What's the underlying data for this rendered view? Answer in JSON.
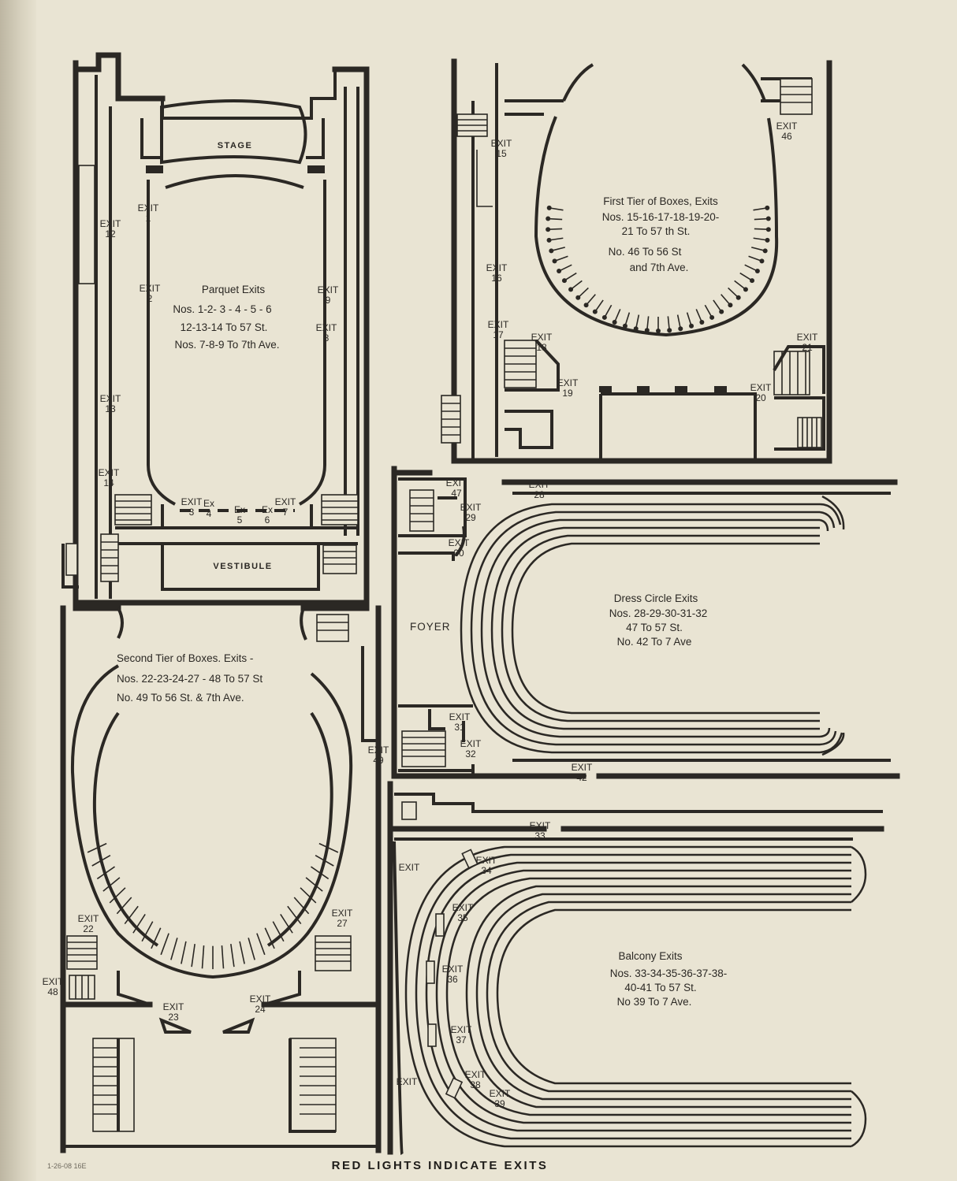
{
  "rooms": {
    "stage": "STAGE",
    "vestibule": "VESTIBULE",
    "foyer": "FOYER"
  },
  "panels": {
    "parquet": [
      "Parquet Exits",
      "Nos. 1-2- 3 - 4 - 5 - 6",
      "12-13-14 To 57 St.",
      "Nos. 7-8-9  To 7th Ave."
    ],
    "first_tier": [
      "First Tier of Boxes, Exits",
      "Nos. 15-16-17-18-19-20-",
      "21 To 57 th St.",
      "No.  46 To 56 St",
      "and 7th Ave."
    ],
    "second_tier": [
      "Second Tier of Boxes.  Exits -",
      "Nos. 22-23-24-27 - 48 To 57 St",
      "No.   49 To 56 St. & 7th Ave."
    ],
    "dress_circle": [
      "Dress Circle Exits",
      "Nos. 28-29-30-31-32",
      "47 To 57 St.",
      "No. 42 To 7 Ave"
    ],
    "balcony": [
      "Balcony Exits",
      "Nos. 33-34-35-36-37-38-",
      "40-41 To 57 St.",
      "No 39 To 7 Ave."
    ]
  },
  "exits": [
    {
      "id": "e1",
      "word": "EXIT",
      "num": "1"
    },
    {
      "id": "e2",
      "word": "EXIT",
      "num": "2"
    },
    {
      "id": "e3",
      "word": "EXIT",
      "num": "3"
    },
    {
      "id": "e4",
      "word": "Ex",
      "num": "4"
    },
    {
      "id": "e5",
      "word": "Ex",
      "num": "5"
    },
    {
      "id": "e6",
      "word": "Ex",
      "num": "6"
    },
    {
      "id": "e7",
      "word": "EXIT",
      "num": "7"
    },
    {
      "id": "e8",
      "word": "EXIT",
      "num": "8"
    },
    {
      "id": "e9",
      "word": "EXIT",
      "num": "9"
    },
    {
      "id": "e12",
      "word": "EXIT",
      "num": "12"
    },
    {
      "id": "e13",
      "word": "EXIT",
      "num": "13"
    },
    {
      "id": "e14",
      "word": "EXIT",
      "num": "14"
    },
    {
      "id": "e15",
      "word": "EXIT",
      "num": "15"
    },
    {
      "id": "e16",
      "word": "EXIT",
      "num": "16"
    },
    {
      "id": "e17",
      "word": "EXIT",
      "num": "17"
    },
    {
      "id": "e18",
      "word": "EXIT",
      "num": "18"
    },
    {
      "id": "e19",
      "word": "EXIT",
      "num": "19"
    },
    {
      "id": "e20",
      "word": "EXIT",
      "num": "20"
    },
    {
      "id": "e21",
      "word": "EXIT",
      "num": "21"
    },
    {
      "id": "e46",
      "word": "EXIT",
      "num": "46"
    },
    {
      "id": "e22",
      "word": "EXIT",
      "num": "22"
    },
    {
      "id": "e23",
      "word": "EXIT",
      "num": "23"
    },
    {
      "id": "e24",
      "word": "EXIT",
      "num": "24"
    },
    {
      "id": "e27",
      "word": "EXIT",
      "num": "27"
    },
    {
      "id": "e48",
      "word": "EXIT",
      "num": "48"
    },
    {
      "id": "e49",
      "word": "EXIT",
      "num": "49"
    },
    {
      "id": "e47",
      "word": "EXIT",
      "num": "47"
    },
    {
      "id": "e28",
      "word": "EXIT",
      "num": "28"
    },
    {
      "id": "e29",
      "word": "EXIT",
      "num": "29"
    },
    {
      "id": "e30",
      "word": "EXIT",
      "num": "30"
    },
    {
      "id": "e31",
      "word": "EXIT",
      "num": "31"
    },
    {
      "id": "e32",
      "word": "EXIT",
      "num": "32"
    },
    {
      "id": "e42",
      "word": "EXIT",
      "num": "42"
    },
    {
      "id": "e33",
      "word": "EXIT",
      "num": "33"
    },
    {
      "id": "e34",
      "word": "EXIT",
      "num": "34"
    },
    {
      "id": "e35",
      "word": "EXIT",
      "num": "35"
    },
    {
      "id": "e36",
      "word": "EXIT",
      "num": "36"
    },
    {
      "id": "e37",
      "word": "EXIT",
      "num": "37"
    },
    {
      "id": "e38",
      "word": "EXIT",
      "num": "38"
    },
    {
      "id": "e39",
      "word": "EXIT",
      "num": "39"
    },
    {
      "id": "eb1",
      "word": "EXIT",
      "num": ""
    },
    {
      "id": "eb2",
      "word": "EXIT",
      "num": ""
    }
  ],
  "footer": "RED LIGHTS INDICATE EXITS",
  "pencil_note": "1-26-08 16E",
  "colors": {
    "paper": "#e9e4d3",
    "ink": "#2b2824",
    "spine": "#bdb6a2"
  }
}
